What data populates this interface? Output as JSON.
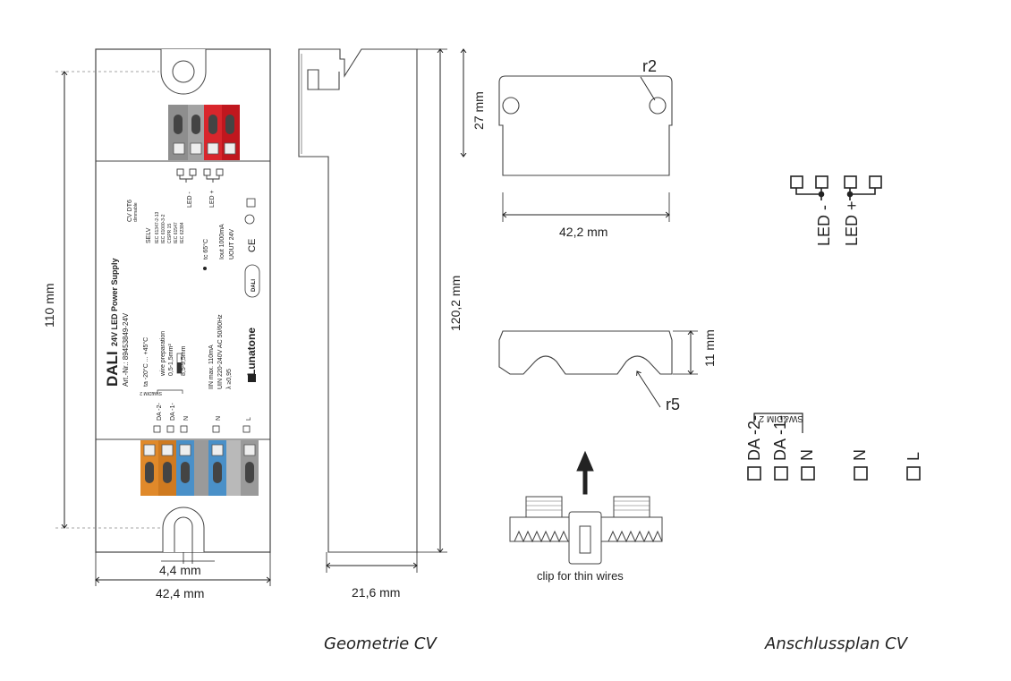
{
  "dimensions": {
    "device_height": "110 mm",
    "device_length": "120,2 mm",
    "device_width": "42,4 mm",
    "slot_width": "4,4 mm",
    "side_width": "21,6 mm",
    "top_width": "42,2 mm",
    "top_height": "27 mm",
    "clip_height": "11 mm",
    "radius_top": "r2",
    "radius_clip": "r5"
  },
  "clip_caption": "clip for thin wires",
  "captions": {
    "geometry": "Geometrie CV",
    "wiring": "Anschlussplan CV"
  },
  "label": {
    "brand": "DALI",
    "product": "24V LED Power Supply",
    "art_nr": "Art.-Nr.: 89453849-24V",
    "ta": "ta -20°C ... +45°C",
    "wire_prep": "wire preparation",
    "wire_cross": "0,5-1,5mm²",
    "strip": "8,5-9,5mm",
    "iin": "IIN  max. 110mA",
    "uin": "UIN  220-240V AC    50/60Hz",
    "lambda": "λ ≥0,95",
    "company": "Lunatone",
    "cv_dt6": "CV DT6",
    "dimmable": "dimmable",
    "selv": "SELV",
    "standards": [
      "IEC 61347-2-13",
      "IEC 61000-3-2",
      "CISPR 15",
      "IEC 61547",
      "IEC 62384"
    ],
    "tc": "tc 65°C",
    "iout": "Iout 1000mA",
    "uout": "UOUT 24V",
    "ce": "CE",
    "dali_badge": "DALI"
  },
  "terminals": {
    "led_minus": "LED -",
    "led_plus": "LED +",
    "da1": "DA -1-",
    "da2": "DA -2-",
    "n1": "N",
    "n2": "N",
    "l": "L",
    "swdim": "SW&DIM 2"
  },
  "colors": {
    "red_terminal": "#d9262c",
    "gray_terminal": "#8e8e8e",
    "orange_terminal": "#e0892a",
    "blue_terminal": "#4a90c8",
    "light_gray_terminal": "#b9b9b9"
  }
}
